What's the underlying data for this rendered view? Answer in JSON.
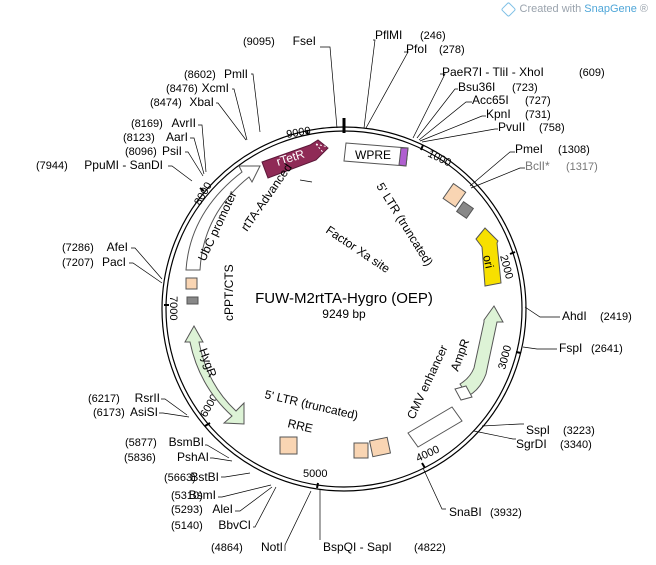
{
  "watermark": {
    "prefix": "Created with ",
    "brand": "SnapGene",
    "suffix": "®"
  },
  "plasmid": {
    "name": "FUW-M2rtTA-Hygro (OEP)",
    "size": "9249 bp"
  },
  "tick_labels": [
    "1000",
    "2000",
    "3000",
    "4000",
    "5000",
    "6000",
    "7000",
    "8000",
    "9000"
  ],
  "features": {
    "wpre": "WPRE",
    "rtetr": "rTetR",
    "ltr5_top": "5' LTR (truncated)",
    "factor_xa": "Factor Xa site",
    "ori": "ori",
    "ampr": "AmpR",
    "cmv": "CMV enhancer",
    "ltr5_bottom": "5' LTR (truncated)",
    "rre": "RRE",
    "hygr": "HygR",
    "cppt": "cPPT/CTS",
    "ubc": "UbC promoter",
    "rtta": "rtTA-Advanced"
  },
  "sites": [
    {
      "name": "FseI",
      "pos": "(9095)",
      "side": "left"
    },
    {
      "name": "PflMI",
      "pos": "(246)",
      "side": "right"
    },
    {
      "name": "PfoI",
      "pos": "(278)",
      "side": "right"
    },
    {
      "name": "PaeR7I - TliI - XhoI",
      "pos": "(609)",
      "side": "right"
    },
    {
      "name": "Bsu36I",
      "pos": "(723)",
      "side": "right"
    },
    {
      "name": "Acc65I",
      "pos": "(727)",
      "side": "right"
    },
    {
      "name": "KpnI",
      "pos": "(731)",
      "side": "right"
    },
    {
      "name": "PvuII",
      "pos": "(758)",
      "side": "right"
    },
    {
      "name": "PmeI",
      "pos": "(1308)",
      "side": "right"
    },
    {
      "name": "BclI*",
      "pos": "(1317)",
      "side": "right",
      "grey": true
    },
    {
      "name": "AhdI",
      "pos": "(2419)",
      "side": "right"
    },
    {
      "name": "FspI",
      "pos": "(2641)",
      "side": "right"
    },
    {
      "name": "SspI",
      "pos": "(3223)",
      "side": "right"
    },
    {
      "name": "SgrDI",
      "pos": "(3340)",
      "side": "right"
    },
    {
      "name": "SnaBI",
      "pos": "(3932)",
      "side": "right"
    },
    {
      "name": "BspQI - SapI",
      "pos": "(4822)",
      "side": "right"
    },
    {
      "name": "NotI",
      "pos": "(4864)",
      "side": "left"
    },
    {
      "name": "BbvCI",
      "pos": "(5140)",
      "side": "left"
    },
    {
      "name": "AleI",
      "pos": "(5293)",
      "side": "left"
    },
    {
      "name": "BsmI",
      "pos": "(5310)",
      "side": "left"
    },
    {
      "name": "BstBI",
      "pos": "(5663)",
      "side": "left"
    },
    {
      "name": "PshAI",
      "pos": "(5836)",
      "side": "left"
    },
    {
      "name": "BsmBI",
      "pos": "(5877)",
      "side": "left"
    },
    {
      "name": "AsiSI",
      "pos": "(6173)",
      "side": "left"
    },
    {
      "name": "RsrII",
      "pos": "(6217)",
      "side": "left"
    },
    {
      "name": "PacI",
      "pos": "(7207)",
      "side": "left"
    },
    {
      "name": "AfeI",
      "pos": "(7286)",
      "side": "left"
    },
    {
      "name": "PpuMI - SanDI",
      "pos": "(7944)",
      "side": "left"
    },
    {
      "name": "PsiI",
      "pos": "(8096)",
      "side": "left"
    },
    {
      "name": "AarI",
      "pos": "(8123)",
      "side": "left"
    },
    {
      "name": "AvrII",
      "pos": "(8169)",
      "side": "left"
    },
    {
      "name": "XbaI",
      "pos": "(8474)",
      "side": "left"
    },
    {
      "name": "XcmI",
      "pos": "(8476)",
      "side": "left"
    },
    {
      "name": "PmlI",
      "pos": "(8602)",
      "side": "left"
    }
  ]
}
